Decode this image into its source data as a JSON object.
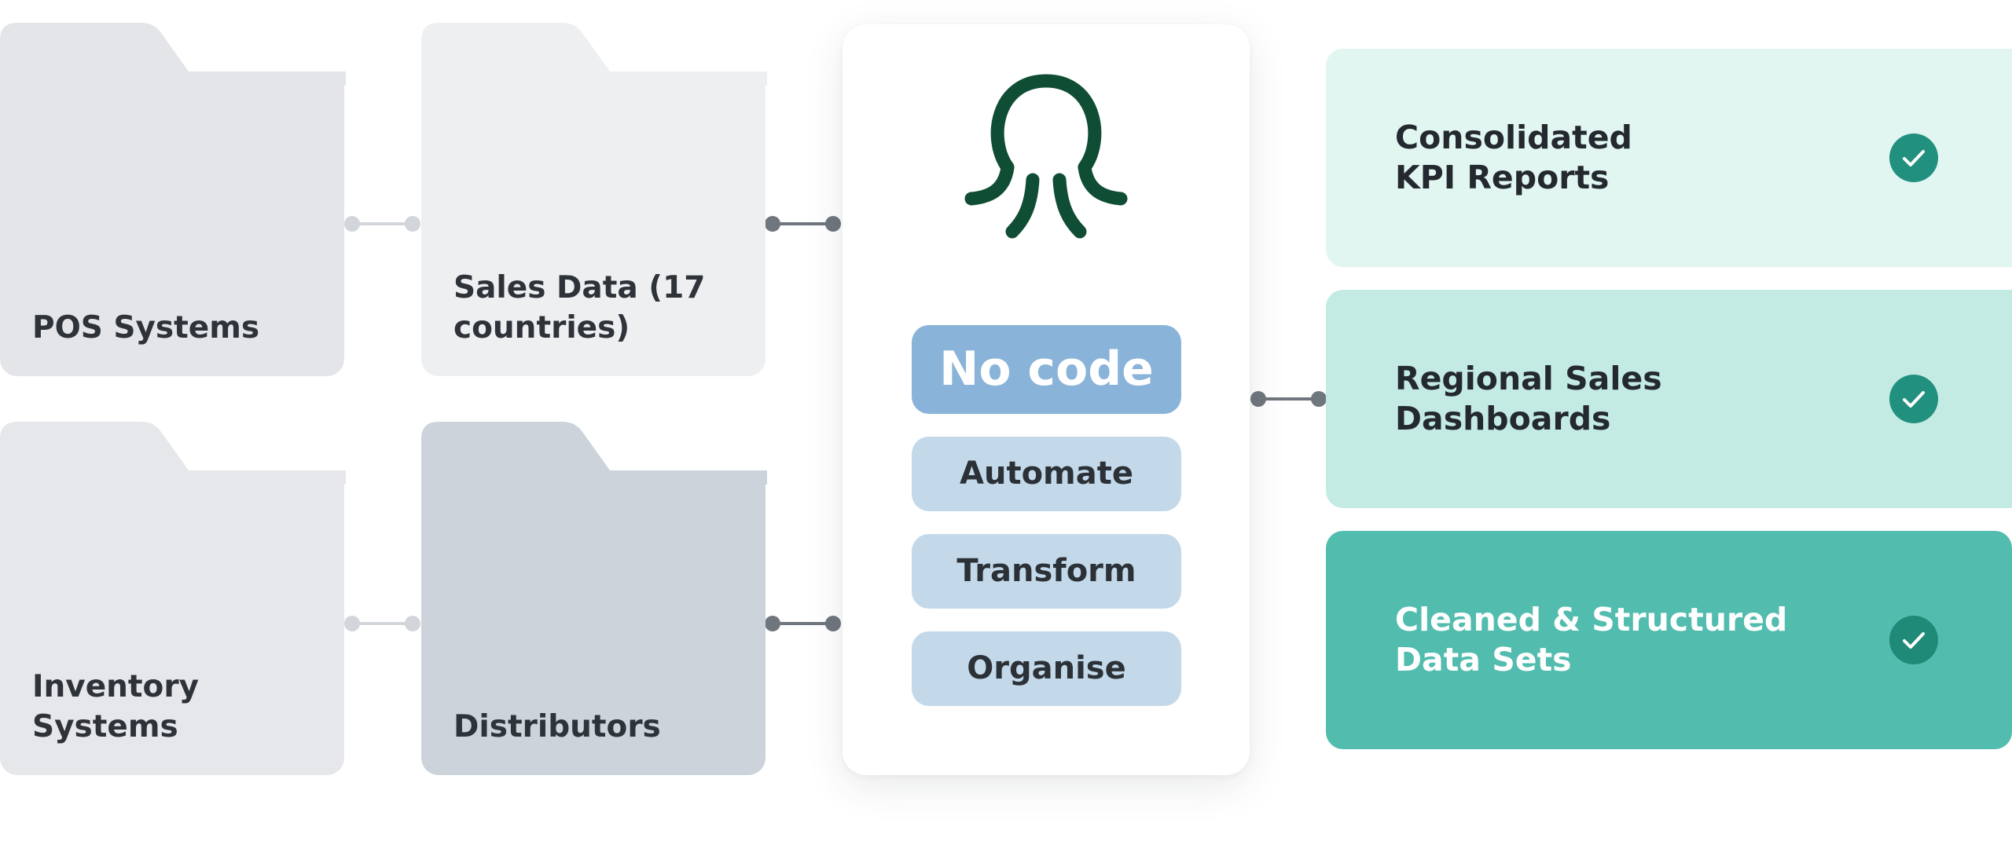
{
  "sources": [
    {
      "id": "pos",
      "label": "POS Systems",
      "color": "#e3e5e8"
    },
    {
      "id": "sales",
      "label": "Sales Data (17\ncountries)",
      "color": "#edeff1"
    },
    {
      "id": "inventory",
      "label": "Inventory\nSystems",
      "color": "#e6e7ea"
    },
    {
      "id": "distributors",
      "label": "Distributors",
      "color": "#cdd3db"
    }
  ],
  "hub": {
    "logo_icon": "octopus-logo-icon",
    "logo_color": "#0f4d34",
    "main_label": "No code",
    "actions": [
      "Automate",
      "Transform",
      "Organise"
    ]
  },
  "outputs": [
    {
      "label": "Consolidated\nKPI Reports",
      "icon": "check-circle-icon"
    },
    {
      "label": "Regional Sales\nDashboards",
      "icon": "check-circle-icon"
    },
    {
      "label": "Cleaned & Structured\nData Sets",
      "icon": "check-circle-icon"
    }
  ],
  "colors": {
    "connector_light": "#d2d6db",
    "connector_dark": "#6f767d",
    "check_green": "#22907f"
  }
}
